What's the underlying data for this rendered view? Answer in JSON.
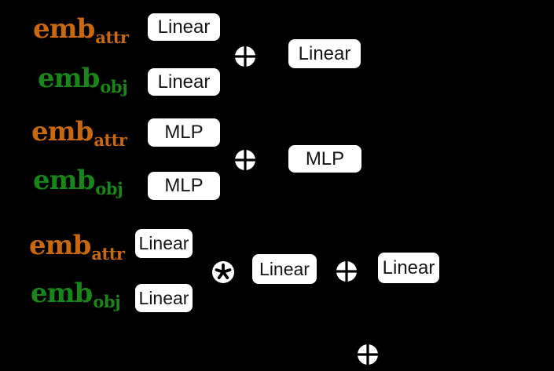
{
  "colors": {
    "background": "#000000",
    "emb_attr_text": "#C8690F",
    "emb_obj_text": "#188718",
    "box_background": "#FFFFFF",
    "box_text": "#161616",
    "operator_fill": "#FFFFFF",
    "operator_glyph": "#000000"
  },
  "labels": {
    "emb_base": "emb",
    "attr_sub": "attr",
    "obj_sub": "obj"
  },
  "rows": [
    {
      "name": "linear-add",
      "attr_box": "Linear",
      "obj_box": "Linear",
      "merge_operator": "circled-plus",
      "output_box": "Linear"
    },
    {
      "name": "mlp-add",
      "attr_box": "MLP",
      "obj_box": "MLP",
      "merge_operator": "circled-plus",
      "output_box": "MLP"
    },
    {
      "name": "linear-gated",
      "attr_box": "Linear",
      "obj_box": "Linear",
      "merge_operator": "circled-asterisk",
      "mid_box": "Linear",
      "second_operator": "circled-plus",
      "output_box": "Linear"
    }
  ],
  "bottom": {
    "operator": "circled-plus"
  }
}
